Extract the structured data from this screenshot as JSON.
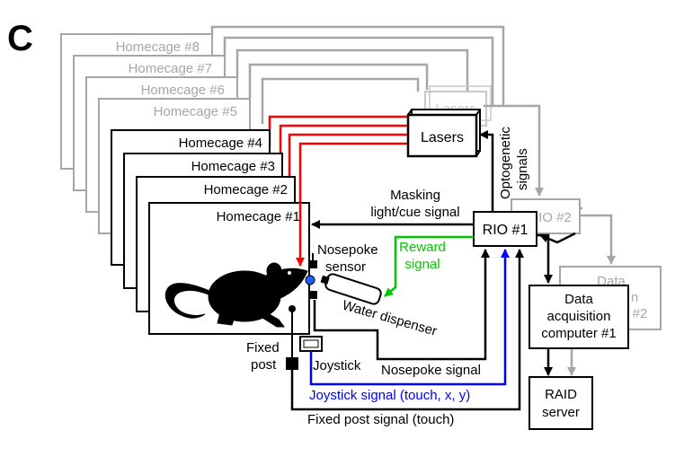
{
  "panel_letter": "C",
  "colors": {
    "black": "#000000",
    "gray": "#a6a6a6",
    "light_gray": "#c8c8c8",
    "red": "#ff0000",
    "green": "#00c800",
    "blue": "#0000ff",
    "sensor_blue": "#1f5fff"
  },
  "homecages_back": [
    "Homecage #8",
    "Homecage #7",
    "Homecage #6",
    "Homecage #5"
  ],
  "homecages_front": [
    "Homecage #4",
    "Homecage #3",
    "Homecage #2",
    "Homecage #1"
  ],
  "components": {
    "lasers": "Lasers",
    "lasers_ghost": "Lasers",
    "rio1": "RIO #1",
    "rio2": "RIO #2",
    "daq1": [
      "Data",
      "acquisition",
      "computer #1"
    ],
    "daq2": [
      "Data",
      "n",
      "#2"
    ],
    "raid": [
      "RAID",
      "server"
    ]
  },
  "labels": {
    "optogenetic": [
      "Optogenetic",
      "signals"
    ],
    "masking": [
      "Masking",
      "light/cue signal"
    ],
    "reward": [
      "Reward",
      "signal"
    ],
    "nosepoke_sensor": [
      "Nosepoke",
      "sensor"
    ],
    "water_dispenser": "Water dispenser",
    "joystick": "Joystick",
    "fixed_post": [
      "Fixed",
      "post"
    ],
    "nosepoke_signal": "Nosepoke signal",
    "joystick_signal": "Joystick signal (touch, x, y)",
    "fixed_post_signal": "Fixed post signal (touch)"
  }
}
